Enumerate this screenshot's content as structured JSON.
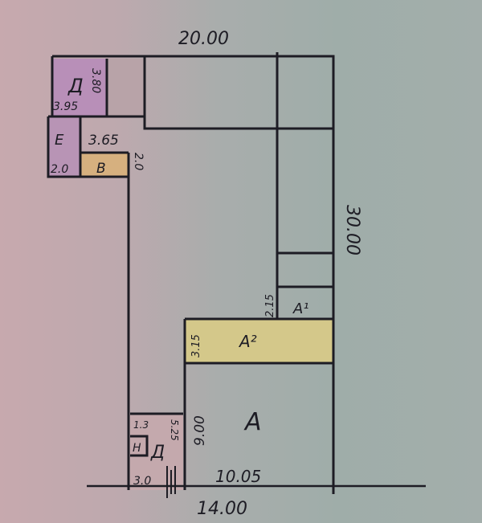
{
  "colors": {
    "pink_room": "#b88fb8",
    "yellow_room": "#d4c88a",
    "orange_room": "#d6b07f",
    "ink": "#1d1c24"
  },
  "labels": {
    "top_width": "20.00",
    "right_length": "30.00",
    "bottom_width": "14.00",
    "room_a": "A",
    "room_a_width": "10.05",
    "room_a_length": "9.00",
    "room_a2": "A²",
    "room_a2_depth": "3.15",
    "room_a1": "A¹",
    "room_a1_depth": "2.15",
    "room_d_top": "Д",
    "room_d_top_h": "3.80",
    "room_d_top_w": "3.95",
    "room_e": "Е",
    "room_e_w": "2.0",
    "room_v_len": "3.65",
    "room_v": "В",
    "side_2_0": "2.0",
    "room_h_w": "1.3",
    "room_h": "Н",
    "room_d_bottom": "Д",
    "room_d_bottom_len": "5.25",
    "room_d_bottom_w": "3.0"
  }
}
